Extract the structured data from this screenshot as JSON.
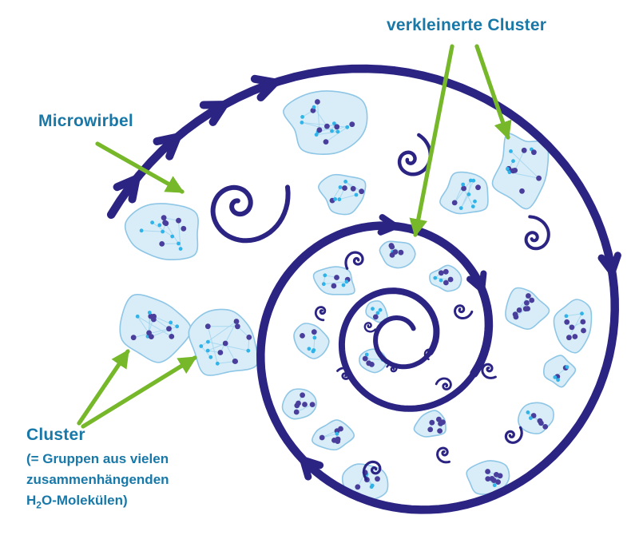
{
  "labels": {
    "microwirbel": "Microwirbel",
    "verkleinerte_cluster": "verkleinerte Cluster",
    "cluster": "Cluster",
    "cluster_definition_line1": "(= Gruppen aus vielen",
    "cluster_definition_line2": "zusammenhängenden",
    "cluster_definition_h": "H",
    "cluster_definition_sub": "2",
    "cluster_definition_rest": "O-Molekülen)"
  },
  "colors": {
    "background": "#ffffff",
    "spiral_navy": "#2b2483",
    "annotation_green": "#76b82a",
    "label_teal": "#1878a8",
    "cluster_fill": "#d9edf9",
    "cluster_stroke": "#8ec6e6",
    "molecule_dark": "#4a3e9c",
    "molecule_cyan": "#2fb3e8",
    "molecule_link": "#a9d8ef"
  }
}
